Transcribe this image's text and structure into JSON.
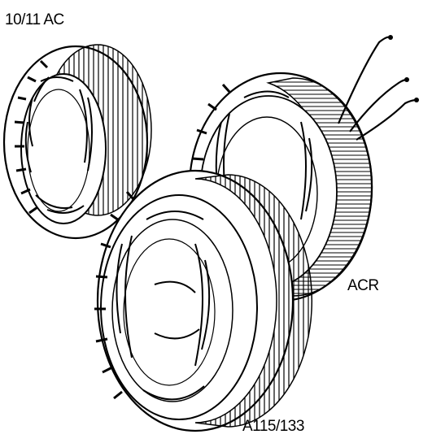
{
  "labels": {
    "top_left": "10/11 AC",
    "right": "ACR",
    "bottom": "A115/133"
  },
  "colors": {
    "ink": "#000000",
    "paper": "#ffffff"
  }
}
